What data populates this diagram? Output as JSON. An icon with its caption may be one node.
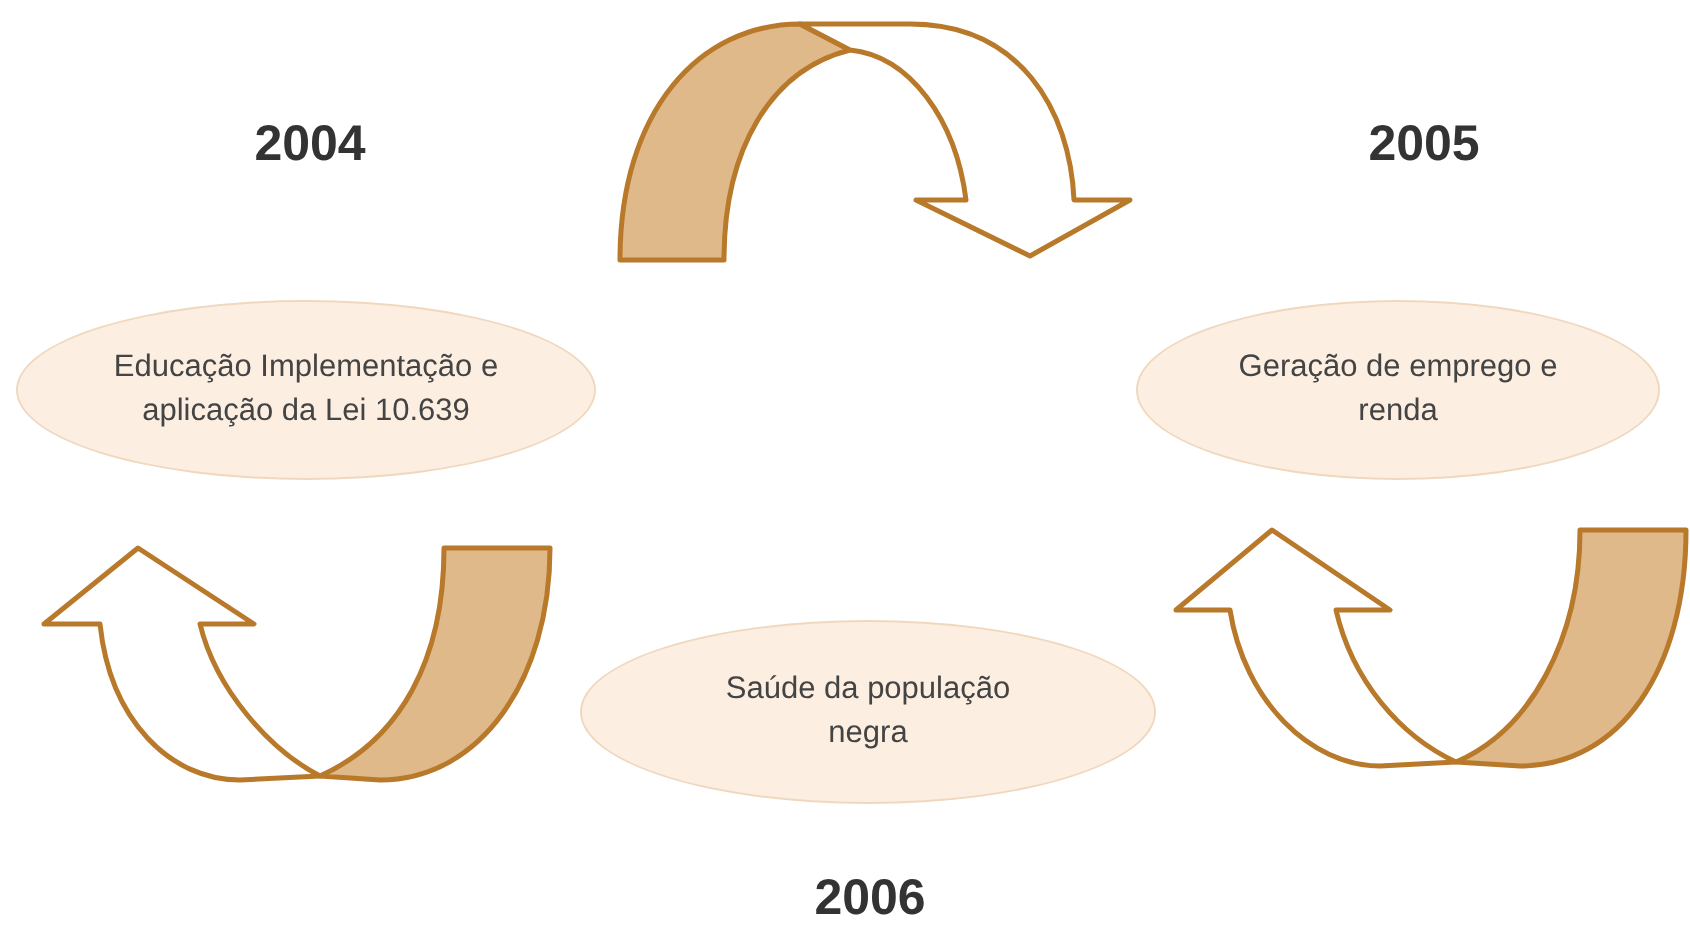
{
  "diagram": {
    "nodes": [
      {
        "text": [
          "Educação Implementação e aplicação da Lei 10.639"
        ]
      },
      {
        "text": [
          "Geração de emprego e renda"
        ]
      },
      {
        "text": [
          "Saúde da população negra"
        ]
      }
    ],
    "labels": [
      "2004",
      "2005",
      "2006"
    ]
  }
}
